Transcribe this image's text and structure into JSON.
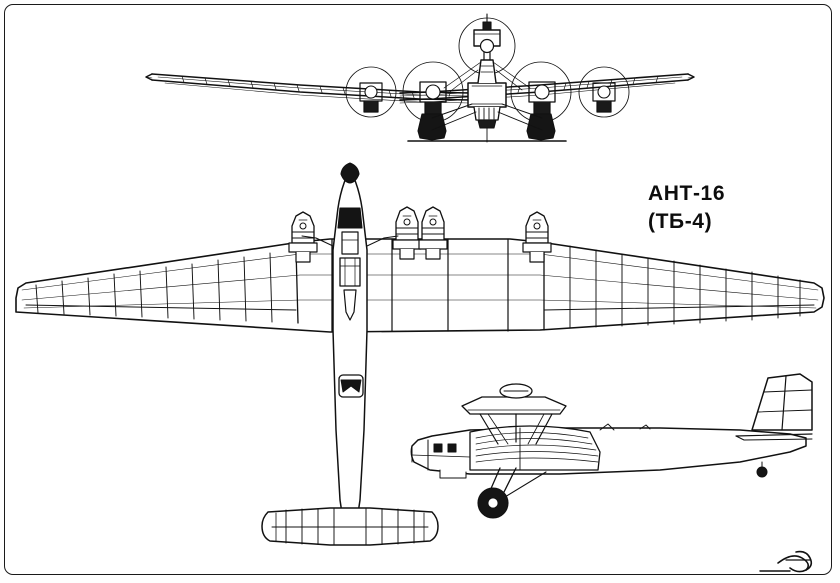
{
  "sheet": {
    "kind": "three-view technical line drawing",
    "subject": "Soviet heavy bomber aircraft",
    "background_color": "#ffffff",
    "ink_color": "#111111",
    "border": {
      "style": "rounded rectangle",
      "color": "#1a1a1a"
    }
  },
  "label": {
    "designation": "АНТ-16",
    "alternate_designation": "(ТБ-4)"
  },
  "views": [
    {
      "id": "front-view",
      "name": "front elevation",
      "position": "top center",
      "features": [
        "high straight wing with pronounced dihedral and corrugated skin lines",
        "four wing-mounted engine nacelles with propeller disc circles",
        "fifth engine mounted on pylon above fuselage with propeller disc",
        "twin-wheel main landing gear units with bracing struts",
        "ground line"
      ],
      "engine_count": 5,
      "propeller_circles": 5
    },
    {
      "id": "plan-view",
      "name": "top plan view",
      "position": "middle",
      "features": [
        "swept leading edge, straight trailing edge wing",
        "rib and spar structural lines across span",
        "four engine nacelles projecting ahead of leading edge",
        "nose gun turret shown dark",
        "dorsal turret on rear fuselage",
        "horizontal tailplane with rib lines and rounded tips"
      ],
      "engine_count": 4,
      "nacelles_per_wing": 2
    },
    {
      "id": "side-view",
      "name": "side elevation",
      "position": "bottom right",
      "features": [
        "glazed nose with side windows",
        "engine platform on struts above fuselage centre",
        "corrugated thick wing root fairing",
        "single large main wheel on faired strut",
        "tall angular vertical fin with rudder hinge line",
        "small tail wheel"
      ]
    }
  ],
  "signature": {
    "type": "artist-monogram",
    "position": "bottom right corner"
  }
}
